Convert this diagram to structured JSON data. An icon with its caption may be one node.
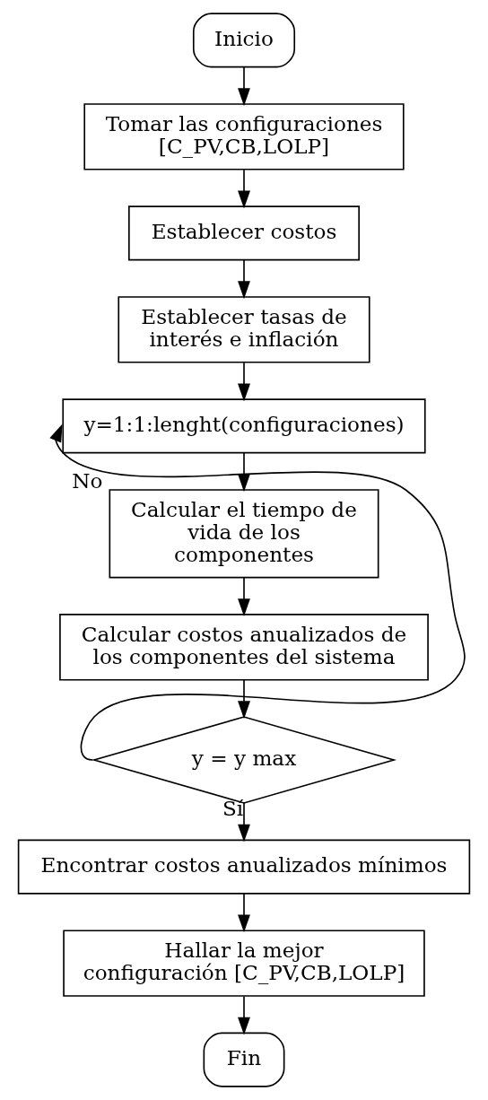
{
  "diagram": {
    "nodes": [
      {
        "text": [
          "Inicio"
        ]
      },
      {
        "text": [
          "Tomar las configuraciones [C_PV,CB,LOLP]"
        ]
      },
      {
        "text": [
          "Establecer costos"
        ]
      },
      {
        "text": [
          "Establecer tasas de interés e inflación"
        ]
      },
      {
        "text": [
          "y=1:1:lenght(configuraciones)"
        ]
      },
      {
        "text": [
          "Calcular el tiempo de vida de los componentes"
        ]
      },
      {
        "text": [
          "Calcular costos anualizados de los componentes del sistema"
        ]
      },
      {
        "text": [
          "y = y max"
        ]
      },
      {
        "text": [
          "Encontrar costos anualizados mínimos"
        ]
      },
      {
        "text": [
          "Hallar la mejor configuración [C_PV,CB,LOLP]"
        ]
      },
      {
        "text": [
          "Fin"
        ]
      }
    ],
    "edges": [
      {
        "from": 0,
        "to": 1,
        "arrow": "to"
      },
      {
        "from": 1,
        "to": 2,
        "arrow": "to"
      },
      {
        "from": 2,
        "to": 3,
        "arrow": "to"
      },
      {
        "from": 3,
        "to": 4,
        "arrow": "to"
      },
      {
        "from": 7,
        "to": 4,
        "arrow": "to",
        "label": "No"
      },
      {
        "from": 4,
        "to": 5,
        "arrow": "to"
      },
      {
        "from": 5,
        "to": 6,
        "arrow": "to"
      },
      {
        "from": 6,
        "to": 7,
        "arrow": "to"
      },
      {
        "from": 7,
        "to": 8,
        "arrow": "to",
        "label": "Sí"
      },
      {
        "from": 8,
        "to": 9,
        "arrow": "to"
      },
      {
        "from": 9,
        "to": 10,
        "arrow": "to"
      }
    ]
  }
}
